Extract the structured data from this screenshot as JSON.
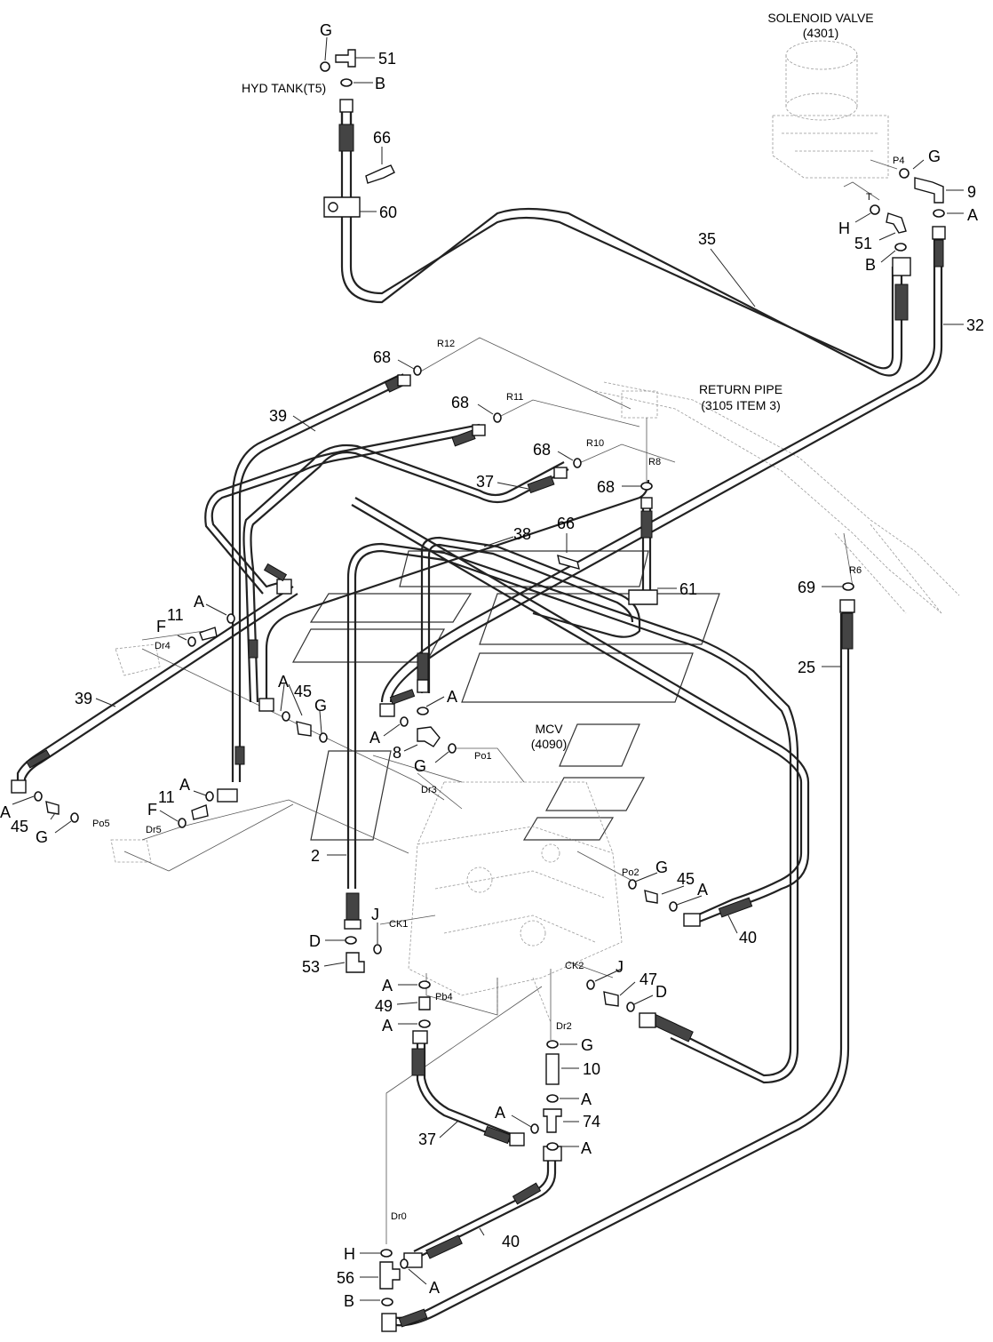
{
  "captions": {
    "solenoid_valve": "SOLENOID VALVE",
    "solenoid_valve_no": "(4301)",
    "hyd_tank": "HYD TANK(T5)",
    "return_pipe": "RETURN PIPE",
    "return_pipe_item": "(3105 ITEM 3)",
    "mcv": "MCV",
    "mcv_no": "(4090)"
  },
  "ports": {
    "P4": "P4",
    "T": "T",
    "R12": "R12",
    "R11": "R11",
    "R10": "R10",
    "R8": "R8",
    "R6": "R6",
    "Dr4": "Dr4",
    "Dr3": "Dr3",
    "Dr5": "Dr5",
    "Po5": "Po5",
    "Po1": "Po1",
    "Po2": "Po2",
    "CK1": "CK1",
    "CK2": "CK2",
    "Pb4": "Pb4",
    "Dr2": "Dr2",
    "Dr0": "Dr0"
  },
  "callouts": {
    "G_top": "G",
    "n51_top": "51",
    "B_top": "B",
    "n66_top": "66",
    "n60": "60",
    "G_sol": "G",
    "n9": "9",
    "A_sol": "A",
    "H_sol": "H",
    "n51_sol": "51",
    "B_sol": "B",
    "n35": "35",
    "n32": "32",
    "n68_a": "68",
    "n68_b": "68",
    "n68_c": "68",
    "n68_d": "68",
    "n39_top": "39",
    "n37_top": "37",
    "n38": "38",
    "n66_mid": "66",
    "n61": "61",
    "n69": "69",
    "n25": "25",
    "A_dr4": "A",
    "F_dr4": "F",
    "n11_dr4": "11",
    "A_mid1": "A",
    "n45_mid": "45",
    "G_mid": "G",
    "A_mid2": "A",
    "A_mid3": "A",
    "n8": "8",
    "G_po1": "G",
    "n39_left": "39",
    "A_left": "A",
    "n45_left": "45",
    "G_left": "G",
    "n11_dr5": "11",
    "F_dr5": "F",
    "A_dr5": "A",
    "n2": "2",
    "G_po2": "G",
    "n45_po2": "45",
    "A_po2": "A",
    "n40_right": "40",
    "D_ck1": "D",
    "J_ck1": "J",
    "n53": "53",
    "J_ck2": "J",
    "n47": "47",
    "D_ck2": "D",
    "A_pb4": "A",
    "n49": "49",
    "A_pb4b": "A",
    "G_dr2": "G",
    "n10": "10",
    "A_74a": "A",
    "A_74b": "A",
    "n74": "74",
    "n37_bottom": "37",
    "A_bottom": "A",
    "n40_bottom": "40",
    "H_dr0": "H",
    "n56": "56",
    "A_56": "A",
    "B_bottom": "B"
  }
}
